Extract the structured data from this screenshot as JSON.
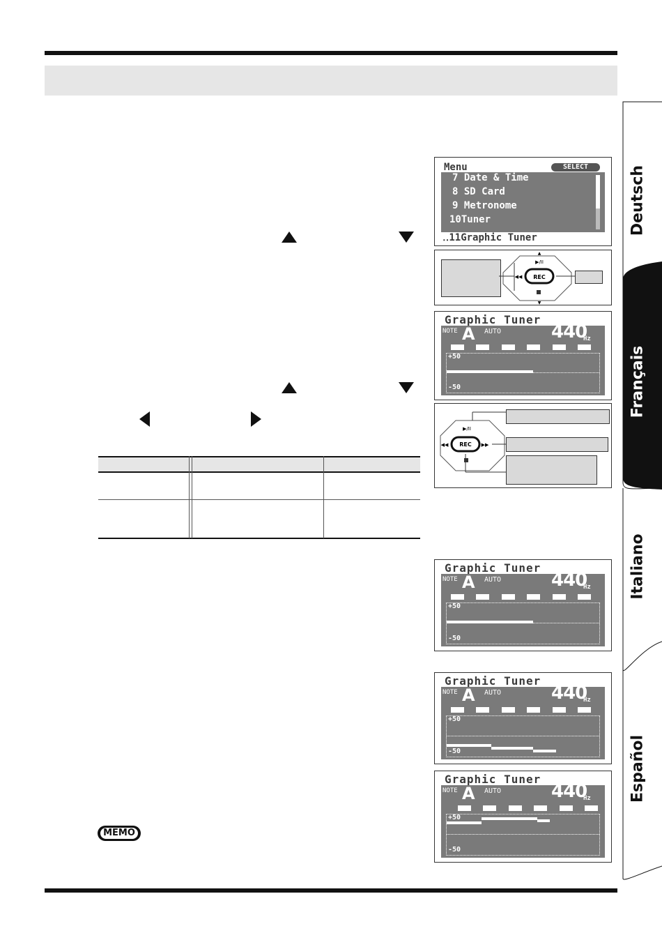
{
  "menu_screen": {
    "title": "Menu",
    "select_badge": "SELECT",
    "items": [
      "7 Date & Time",
      "8 SD Card",
      "9 Metronome",
      "10Tuner"
    ],
    "selected_item": "‥11Graphic Tuner"
  },
  "tuner_screen": {
    "title": "Graphic Tuner",
    "note_label": "NOTE",
    "note": "A",
    "mode": "AUTO",
    "frequency": "440",
    "unit": "Hz",
    "scale_top": "+50",
    "scale_bottom": "-50"
  },
  "rec_button": {
    "label": "REC"
  },
  "play_icon_label": "▶/II",
  "memo_label": "MEMO",
  "side_tabs": [
    "Deutsch",
    "Français",
    "Italiano",
    "Español"
  ],
  "active_tab": "Français"
}
